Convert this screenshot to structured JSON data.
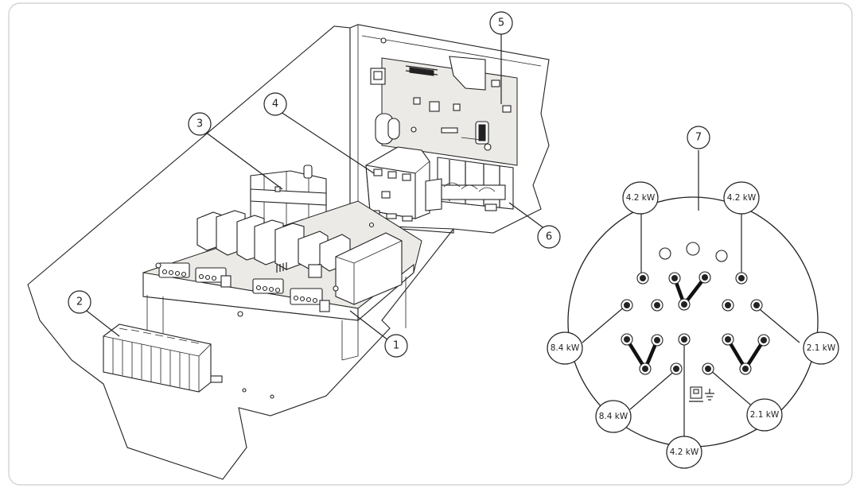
{
  "callouts": {
    "c1": "1",
    "c2": "2",
    "c3": "3",
    "c4": "4",
    "c5": "5",
    "c6": "6",
    "c7": "7"
  },
  "connector_labels": {
    "top_left": "4.2 kW",
    "top_right": "4.2 kW",
    "mid_left": "8.4 kW",
    "mid_right": "2.1 kW",
    "low_left": "8.4 kW",
    "low_right": "2.1 kW",
    "bottom": "4.2 kW"
  },
  "colors": {
    "line": "#222222",
    "board": "#eceae6",
    "frame_border": "#cccccc"
  },
  "icons": [
    "earth-ground-icon",
    "terminal-symbol-icon"
  ]
}
